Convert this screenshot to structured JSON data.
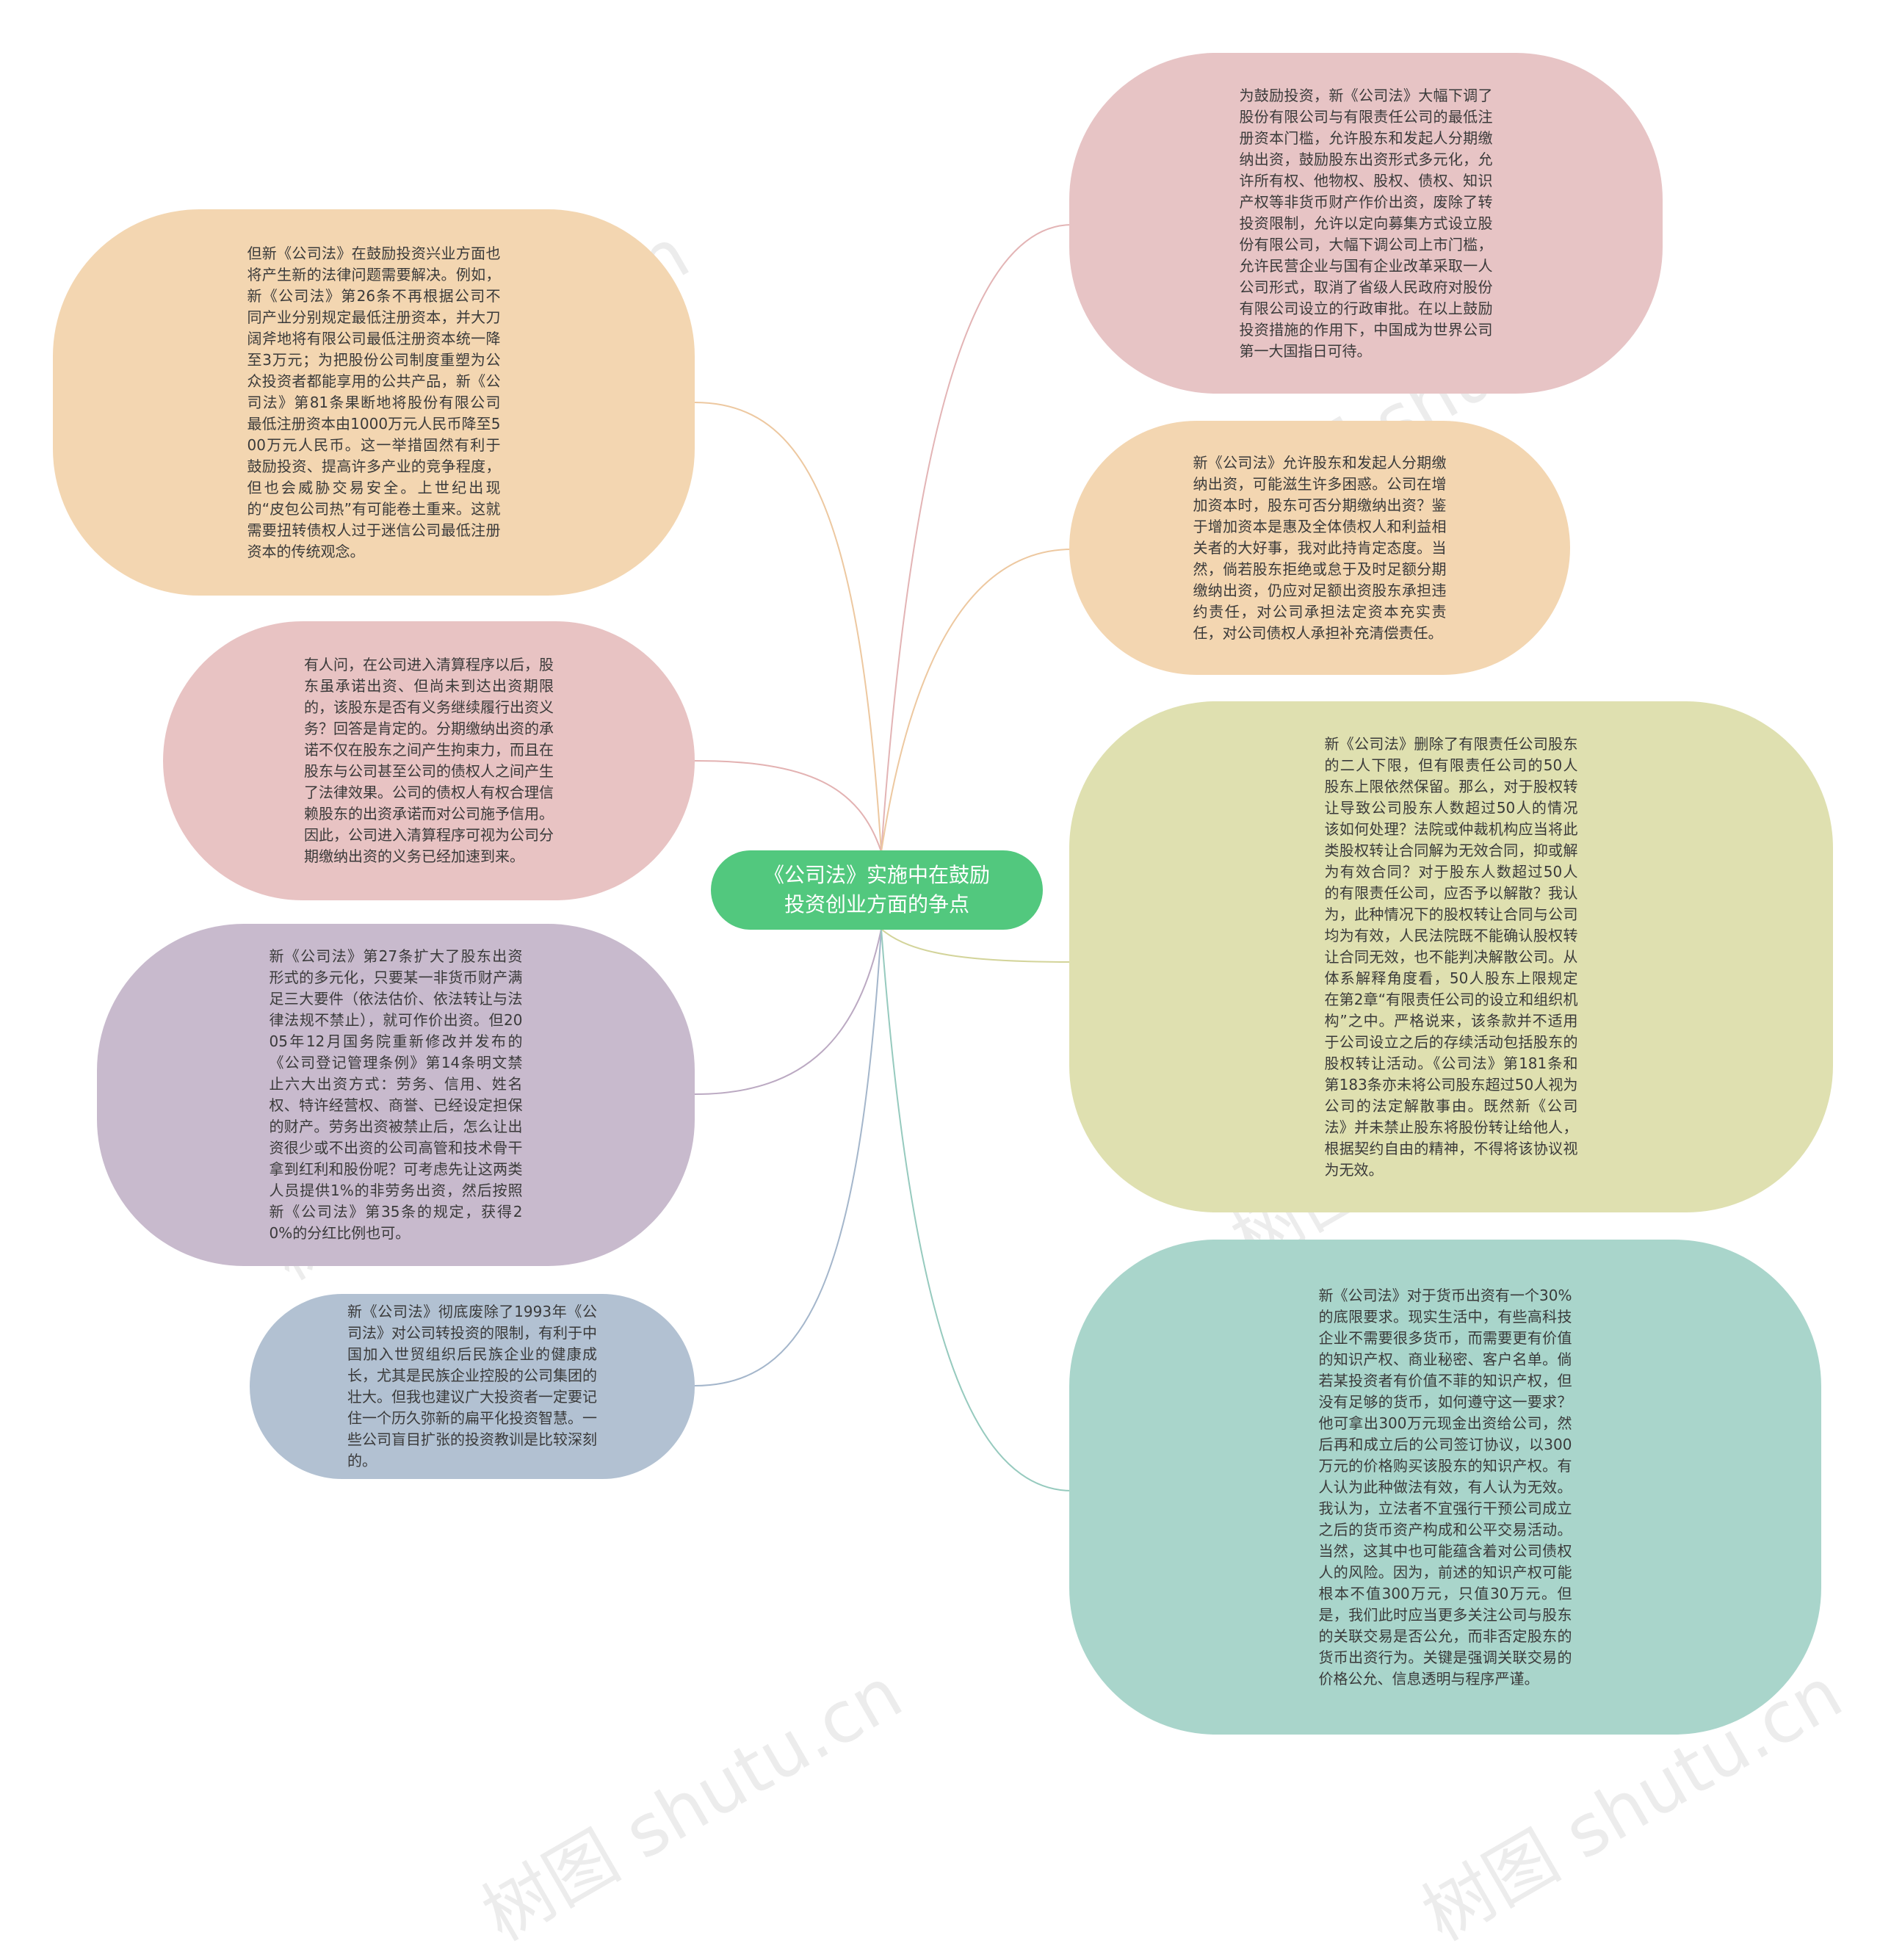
{
  "colors": {
    "center": "#52c87e",
    "peach": "#f3d6b1",
    "pink": "#e8c3c3",
    "lavender": "#c8bacd",
    "blue": "#b2c1d2",
    "lime": "#dfe0b0",
    "teal": "#a9d5cb",
    "rose": "#e7c4c5"
  },
  "watermark": "树图 shutu.cn",
  "center": {
    "title": "《公司法》实施中在鼓励投资创业方面的争点"
  },
  "nodes": [
    {
      "id": "left1",
      "color": "peach",
      "text": "但新《公司法》在鼓励投资兴业方面也将产生新的法律问题需要解决。例如，新《公司法》第26条不再根据公司不同产业分别规定最低注册资本，并大刀阔斧地将有限公司最低注册资本统一降至3万元；为把股份公司制度重塑为公众投资者都能享用的公共产品，新《公司法》第81条果断地将股份有限公司最低注册资本由1000万元人民币降至500万元人民币。这一举措固然有利于鼓励投资、提高许多产业的竞争程度，但也会威胁交易安全。上世纪出现的“皮包公司热”有可能卷土重来。这就需要扭转债权人过于迷信公司最低注册资本的传统观念。"
    },
    {
      "id": "left2",
      "color": "pink",
      "text": "有人问，在公司进入清算程序以后，股东虽承诺出资、但尚未到达出资期限的，该股东是否有义务继续履行出资义务？回答是肯定的。分期缴纳出资的承诺不仅在股东之间产生拘束力，而且在股东与公司甚至公司的债权人之间产生了法律效果。公司的债权人有权合理信赖股东的出资承诺而对公司施予信用。因此，公司进入清算程序可视为公司分期缴纳出资的义务已经加速到来。"
    },
    {
      "id": "left3",
      "color": "lavender",
      "text": "新《公司法》第27条扩大了股东出资形式的多元化，只要某一非货币财产满足三大要件（依法估价、依法转让与法律法规不禁止），就可作价出资。但2005年12月国务院重新修改并发布的《公司登记管理条例》第14条明文禁止六大出资方式：劳务、信用、姓名权、特许经营权、商誉、已经设定担保的财产。劳务出资被禁止后，怎么让出资很少或不出资的公司高管和技术骨干拿到红利和股份呢？可考虑先让这两类人员提供1%的非劳务出资，然后按照新《公司法》第35条的规定，获得20%的分红比例也可。"
    },
    {
      "id": "left4",
      "color": "blue",
      "text": "新《公司法》彻底废除了1993年《公司法》对公司转投资的限制，有利于中国加入世贸组织后民族企业的健康成长，尤其是民族企业控股的公司集团的壮大。但我也建议广大投资者一定要记住一个历久弥新的扁平化投资智慧。一些公司盲目扩张的投资教训是比较深刻的。"
    },
    {
      "id": "right1",
      "color": "rose",
      "text": "为鼓励投资，新《公司法》大幅下调了股份有限公司与有限责任公司的最低注册资本门槛，允许股东和发起人分期缴纳出资，鼓励股东出资形式多元化，允许所有权、他物权、股权、债权、知识产权等非货币财产作价出资，废除了转投资限制，允许以定向募集方式设立股份有限公司，大幅下调公司上市门槛，允许民营企业与国有企业改革采取一人公司形式，取消了省级人民政府对股份有限公司设立的行政审批。在以上鼓励投资措施的作用下，中国成为世界公司第一大国指日可待。"
    },
    {
      "id": "right2",
      "color": "peach",
      "text": "新《公司法》允许股东和发起人分期缴纳出资，可能滋生许多困惑。公司在增加资本时，股东可否分期缴纳出资？鉴于增加资本是惠及全体债权人和利益相关者的大好事，我对此持肯定态度。当然，倘若股东拒绝或怠于及时足额分期缴纳出资，仍应对足额出资股东承担违约责任，对公司承担法定资本充实责任，对公司债权人承担补充清偿责任。"
    },
    {
      "id": "right3",
      "color": "lime",
      "text": "新《公司法》删除了有限责任公司股东的二人下限，但有限责任公司的50人股东上限依然保留。那么，对于股权转让导致公司股东人数超过50人的情况该如何处理？法院或仲裁机构应当将此类股权转让合同解为无效合同，抑或解为有效合同？对于股东人数超过50人的有限责任公司，应否予以解散？我认为，此种情况下的股权转让合同与公司均为有效，人民法院既不能确认股权转让合同无效，也不能判决解散公司。从体系解释角度看，50人股东上限规定在第2章“有限责任公司的设立和组织机构”之中。严格说来，该条款并不适用于公司设立之后的存续活动包括股东的股权转让活动。《公司法》第181条和第183条亦未将公司股东超过50人视为公司的法定解散事由。既然新《公司法》并未禁止股东将股份转让给他人，根据契约自由的精神，不得将该协议视为无效。"
    },
    {
      "id": "right4",
      "color": "teal",
      "text": "新《公司法》对于货币出资有一个30%的底限要求。现实生活中，有些高科技企业不需要很多货币，而需要更有价值的知识产权、商业秘密、客户名单。倘若某投资者有价值不菲的知识产权，但没有足够的货币，如何遵守这一要求？他可拿出300万元现金出资给公司，然后再和成立后的公司签订协议，以300万元的价格购买该股东的知识产权。有人认为此种做法有效，有人认为无效。我认为，立法者不宜强行干预公司成立之后的货币资产构成和公平交易活动。当然，这其中也可能蕴含着对公司债权人的风险。因为，前述的知识产权可能根本不值300万元，只值30万元。但是，我们此时应当更多关注公司与股东的关联交易是否公允，而非否定股东的货币出资行为。关键是强调关联交易的价格公允、信息透明与程序严谨。"
    }
  ]
}
